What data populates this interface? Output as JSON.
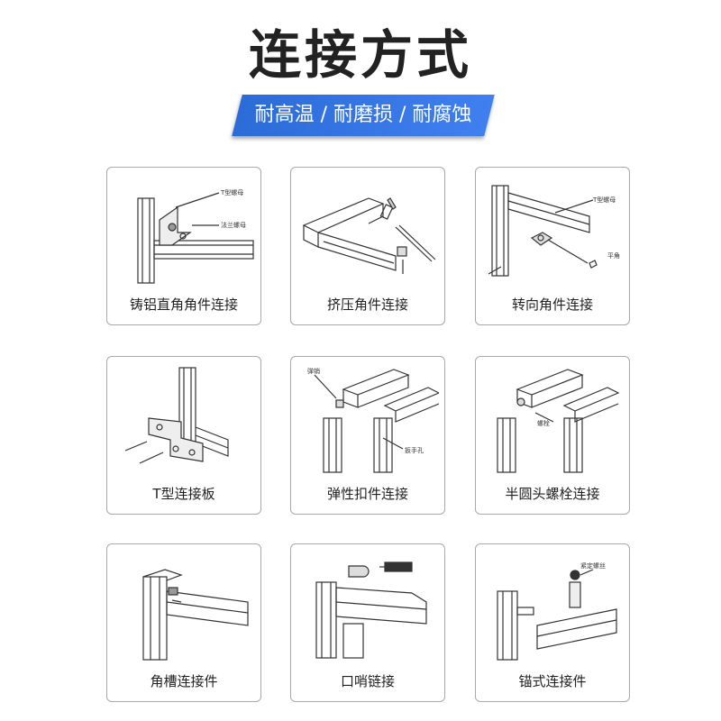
{
  "header": {
    "title": "连接方式",
    "banner": "耐高温 / 耐磨损 / 耐腐蚀"
  },
  "cards": [
    {
      "label": "铸铝直角角件连接",
      "callouts": [
        "T型螺母",
        "法兰螺母"
      ]
    },
    {
      "label": "挤压角件连接",
      "callouts": []
    },
    {
      "label": "转向角件连接",
      "callouts": [
        "T型螺母",
        "平角"
      ]
    },
    {
      "label": "T型连接板",
      "callouts": []
    },
    {
      "label": "弹性扣件连接",
      "callouts": [
        "弹销",
        "扳手孔"
      ]
    },
    {
      "label": "半圆头螺栓连接",
      "callouts": [
        "螺栓"
      ]
    },
    {
      "label": "角槽连接件",
      "callouts": []
    },
    {
      "label": "口哨链接",
      "callouts": []
    },
    {
      "label": "锚式连接件",
      "callouts": [
        "紧定螺丝"
      ]
    }
  ],
  "colors": {
    "banner": "#2f72e6",
    "border": "#a9a9a9"
  }
}
